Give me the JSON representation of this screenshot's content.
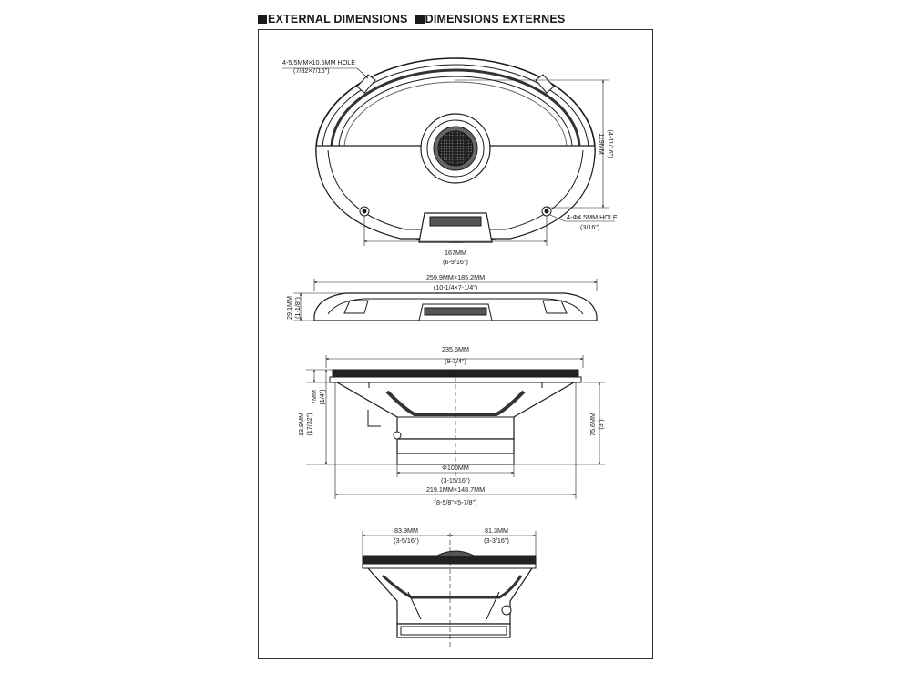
{
  "title": {
    "en": "EXTERNAL DIMENSIONS",
    "fr": "DIMENSIONS EXTERNES"
  },
  "top_view": {
    "mount_hole": "4-5.5MM×10.5MM HOLE",
    "mount_hole_in": "(7/32×7/16\")",
    "height": "119MM",
    "height_in": "(4-11/16\")",
    "small_hole": "4-Φ4.5MM HOLE",
    "small_hole_in": "(3/16\")",
    "hole_spacing": "167MM",
    "hole_spacing_in": "(6-9/16\")"
  },
  "side_view": {
    "overall": "259.9MM×185.2MM",
    "overall_in": "(10-1/4×7-1/4\")",
    "thickness": "29.1MM",
    "thickness_in": "(1-1/8\")"
  },
  "profile_view": {
    "width": "235.6MM",
    "width_in": "(9-1/4\")",
    "flange": "7MM",
    "flange_in": "(1/4\")",
    "step": "13.9MM",
    "step_in": "(17/32\")",
    "depth": "75.6MM",
    "depth_in": "(3\")",
    "magnet": "Φ100MM",
    "magnet_in": "(3-15/16\")",
    "cutout": "219.1MM×148.7MM",
    "cutout_in": "(8-5/8\"×5-7/8\")"
  },
  "bottom_view": {
    "left": "83.9MM",
    "left_in": "(3-5/16\")",
    "right": "81.3MM",
    "right_in": "(3-3/16\")"
  }
}
